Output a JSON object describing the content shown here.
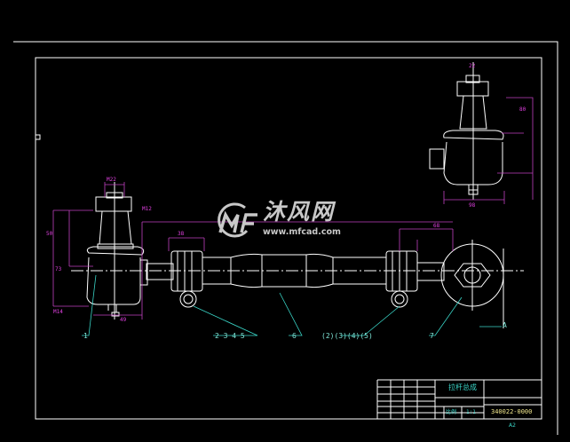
{
  "drawing": {
    "part_labels": [
      "1",
      "2 3 4 5",
      "6",
      "(2)(3)(4)(5)",
      "7"
    ],
    "view_label": "A",
    "dimension_labels": [
      "M12",
      "M22",
      "38",
      "50",
      "73",
      "49",
      "68",
      "M14",
      "22",
      "80",
      "98"
    ],
    "colors": {
      "background": "#000000",
      "lines": "#ffffff",
      "dimensions": "#c040c0",
      "labels": "#3ad6c8",
      "drawing_number": "#f0e68c"
    }
  },
  "title_block": {
    "title": "拉杆总成",
    "drawing_number": "340022-0000",
    "scale_label": "比例",
    "scale": "1:1",
    "sub_label": "A2"
  },
  "watermark": {
    "name": "沐风网",
    "url": "www.mfcad.com"
  }
}
